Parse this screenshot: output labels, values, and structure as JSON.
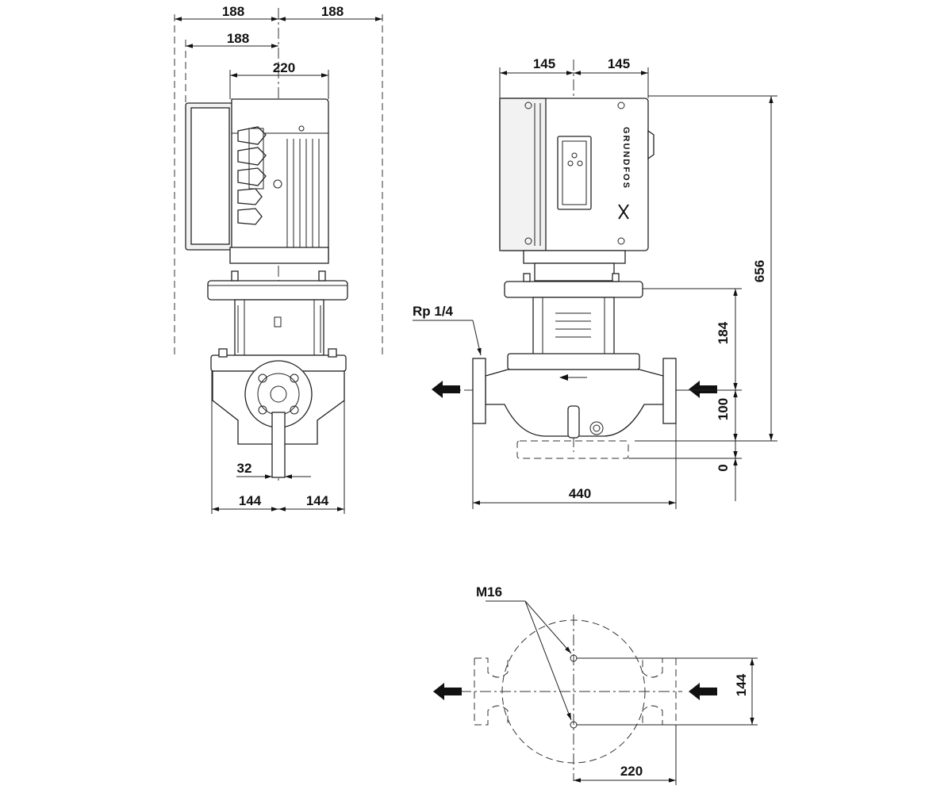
{
  "dimensions": {
    "top_left": "188",
    "top_right": "188",
    "motor_offset": "188",
    "motor_width": "220",
    "shaft": "32",
    "base_left": "144",
    "base_right": "144",
    "front_left": "145",
    "front_right": "145",
    "height_total": "656",
    "height_flange": "184",
    "height_port": "100",
    "height_zero": "0",
    "port_length": "440",
    "bolt_spacing": "144",
    "bolt_offset": "220"
  },
  "labels": {
    "vent_port": "Rp 1/4",
    "bolt_thread": "M16",
    "brand_text": "GRUNDFOS"
  },
  "icons": {
    "flow_arrow": "flow-arrow-icon",
    "brand_logo": "grundfos-logo-icon"
  }
}
